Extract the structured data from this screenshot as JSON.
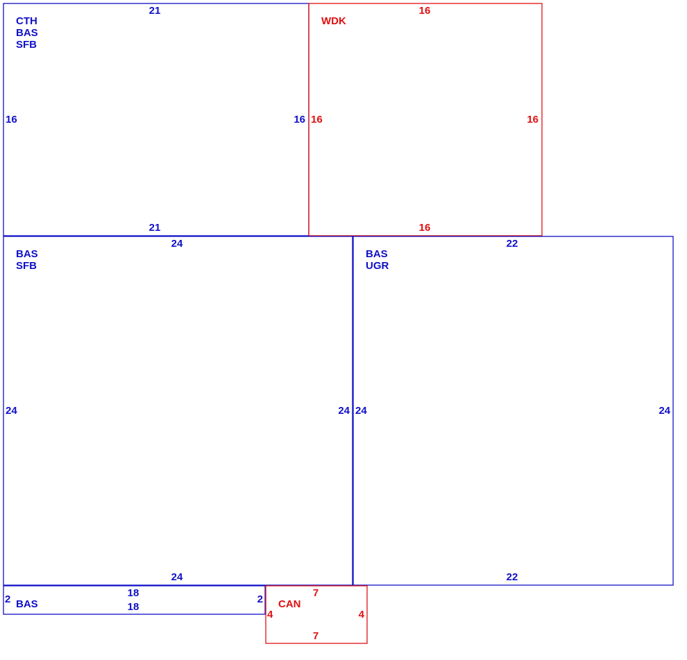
{
  "colors": {
    "main": "#1010c8",
    "addition": "#e01010"
  },
  "sections": [
    {
      "id": "s1",
      "color": "main",
      "codes": [
        "CTH",
        "BAS",
        "SFB"
      ],
      "dims": {
        "top": "21",
        "bottom": "21",
        "left": "16",
        "right": "16"
      }
    },
    {
      "id": "s2",
      "color": "addition",
      "codes": [
        "WDK"
      ],
      "dims": {
        "top": "16",
        "bottom": "16",
        "left": "16",
        "right": "16"
      }
    },
    {
      "id": "s3",
      "color": "main",
      "codes": [
        "BAS",
        "SFB"
      ],
      "dims": {
        "top": "24",
        "bottom": "24",
        "left": "24",
        "right": "24"
      }
    },
    {
      "id": "s4",
      "color": "main",
      "codes": [
        "BAS",
        "UGR"
      ],
      "dims": {
        "top": "22",
        "bottom": "22",
        "left": "24",
        "right": "24"
      }
    },
    {
      "id": "s5",
      "color": "main",
      "codes": [
        "BAS"
      ],
      "dims": {
        "top": "18",
        "bottom": "18",
        "left": "2",
        "right": "2"
      }
    },
    {
      "id": "s6",
      "color": "addition",
      "codes": [
        "CAN"
      ],
      "dims": {
        "top": "7",
        "bottom": "7",
        "left": "4",
        "right": "4"
      }
    }
  ]
}
